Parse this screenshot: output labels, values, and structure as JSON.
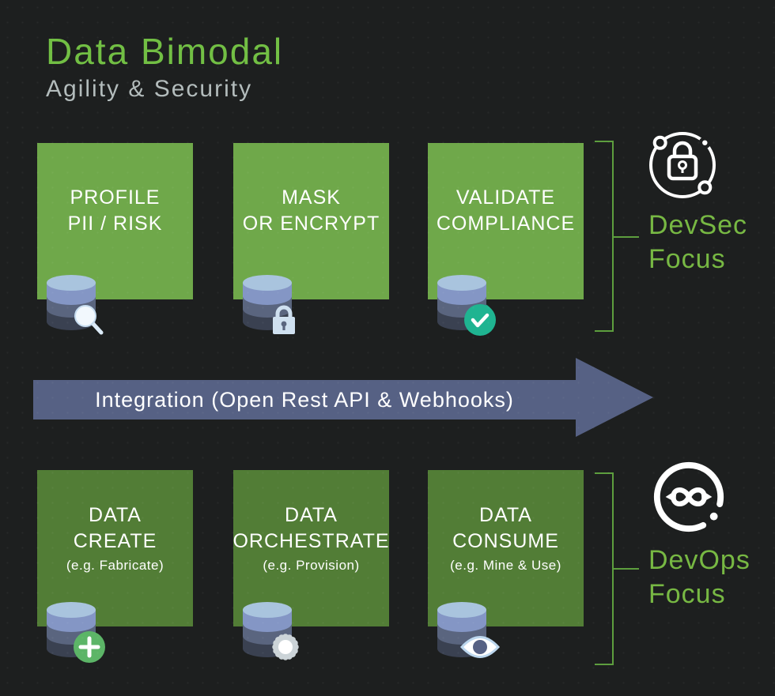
{
  "header": {
    "title": "Data Bimodal",
    "subtitle": "Agility & Security"
  },
  "arrow": {
    "label": "Integration (Open Rest API & Webhooks)"
  },
  "rows": [
    {
      "name": "security",
      "box_color": "#6fa84a",
      "focus": {
        "line1": "DevSec",
        "line2": "Focus",
        "icon": "lock-circle-icon"
      },
      "boxes": [
        {
          "line1": "PROFILE",
          "line2": "PII / RISK",
          "badge_icon": "magnifier-icon"
        },
        {
          "line1": "MASK",
          "line2": "OR ENCRYPT",
          "badge_icon": "padlock-icon"
        },
        {
          "line1": "VALIDATE",
          "line2": "COMPLIANCE",
          "badge_icon": "checkmark-icon"
        }
      ]
    },
    {
      "name": "agility",
      "box_color": "#527d36",
      "focus": {
        "line1": "DevOps",
        "line2": "Focus",
        "icon": "sync-circle-icon"
      },
      "boxes": [
        {
          "line1": "DATA",
          "line2": "CREATE",
          "example": "(e.g. Fabricate)",
          "badge_icon": "plus-icon"
        },
        {
          "line1": "DATA",
          "line2": "ORCHESTRATE",
          "example": "(e.g. Provision)",
          "badge_icon": "gear-icon"
        },
        {
          "line1": "DATA",
          "line2": "CONSUME",
          "example": "(e.g. Mine & Use)",
          "badge_icon": "eye-icon"
        }
      ]
    }
  ],
  "colors": {
    "background": "#1d1f1f",
    "title_green": "#72bf44",
    "subtitle_gray": "#b3bcbc",
    "box_green_top": "#6fa84a",
    "box_green_bottom": "#527d36",
    "bracket_green": "#5d9e3e",
    "focus_text_green": "#77b843",
    "arrow_blue": "#566184",
    "box_text": "#ffffff",
    "db_cap": "#a9c4de",
    "db_band1": "#8496c5",
    "db_band2": "#5a657f",
    "db_band3": "#3a4151",
    "check_badge": "#1fb491",
    "plus_badge": "#5cb567"
  }
}
